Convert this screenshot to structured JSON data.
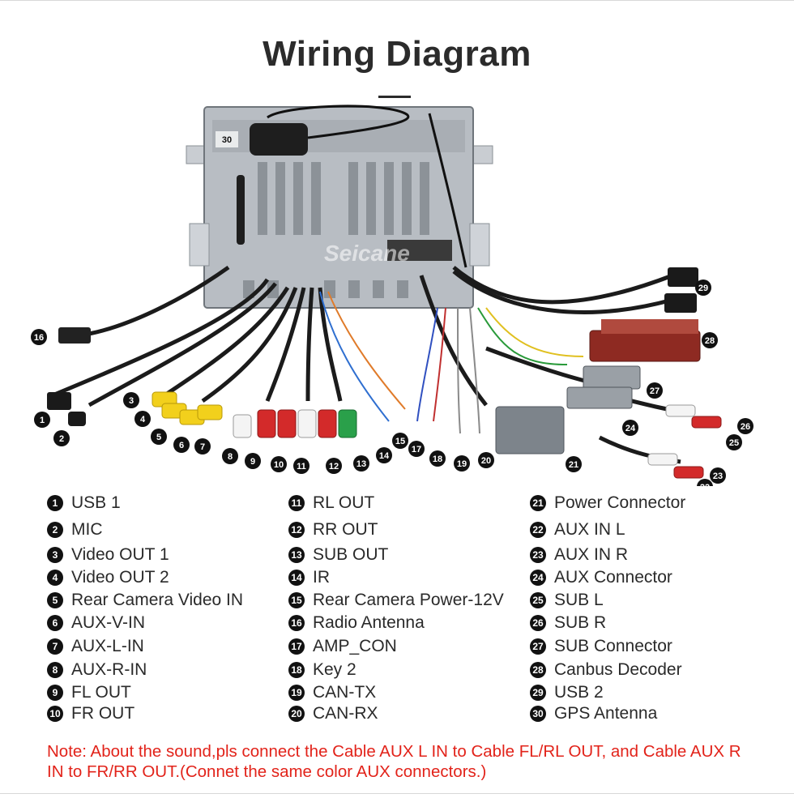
{
  "title": "Wiring Diagram",
  "watermark": "Seicane",
  "legend": [
    {
      "num": "1",
      "label": "USB 1"
    },
    {
      "num": "2",
      "label": "MIC"
    },
    {
      "num": "3",
      "label": "Video OUT 1"
    },
    {
      "num": "4",
      "label": "Video OUT 2"
    },
    {
      "num": "5",
      "label": "Rear Camera Video IN"
    },
    {
      "num": "6",
      "label": "AUX-V-IN"
    },
    {
      "num": "7",
      "label": "AUX-L-IN"
    },
    {
      "num": "8",
      "label": "AUX-R-IN"
    },
    {
      "num": "9",
      "label": "FL OUT"
    },
    {
      "num": "10",
      "label": "FR OUT"
    },
    {
      "num": "11",
      "label": "RL OUT"
    },
    {
      "num": "12",
      "label": "RR OUT"
    },
    {
      "num": "13",
      "label": "SUB OUT"
    },
    {
      "num": "14",
      "label": "IR"
    },
    {
      "num": "15",
      "label": "Rear Camera Power-12V"
    },
    {
      "num": "16",
      "label": "Radio Antenna"
    },
    {
      "num": "17",
      "label": "AMP_CON"
    },
    {
      "num": "18",
      "label": "Key 2"
    },
    {
      "num": "19",
      "label": "CAN-TX"
    },
    {
      "num": "20",
      "label": "CAN-RX"
    },
    {
      "num": "21",
      "label": "Power Connector"
    },
    {
      "num": "22",
      "label": "AUX IN L"
    },
    {
      "num": "23",
      "label": "AUX IN R"
    },
    {
      "num": "24",
      "label": "AUX Connector"
    },
    {
      "num": "25",
      "label": "SUB L"
    },
    {
      "num": "26",
      "label": "SUB R"
    },
    {
      "num": "27",
      "label": "SUB Connector"
    },
    {
      "num": "28",
      "label": "Canbus Decoder"
    },
    {
      "num": "29",
      "label": "USB 2"
    },
    {
      "num": "30",
      "label": "GPS Antenna"
    }
  ],
  "note": "Note: About the sound,pls connect the Cable AUX L IN to Cable FL/RL OUT, and Cable AUX R IN to  FR/RR OUT.(Connet the same color AUX connectors.)"
}
